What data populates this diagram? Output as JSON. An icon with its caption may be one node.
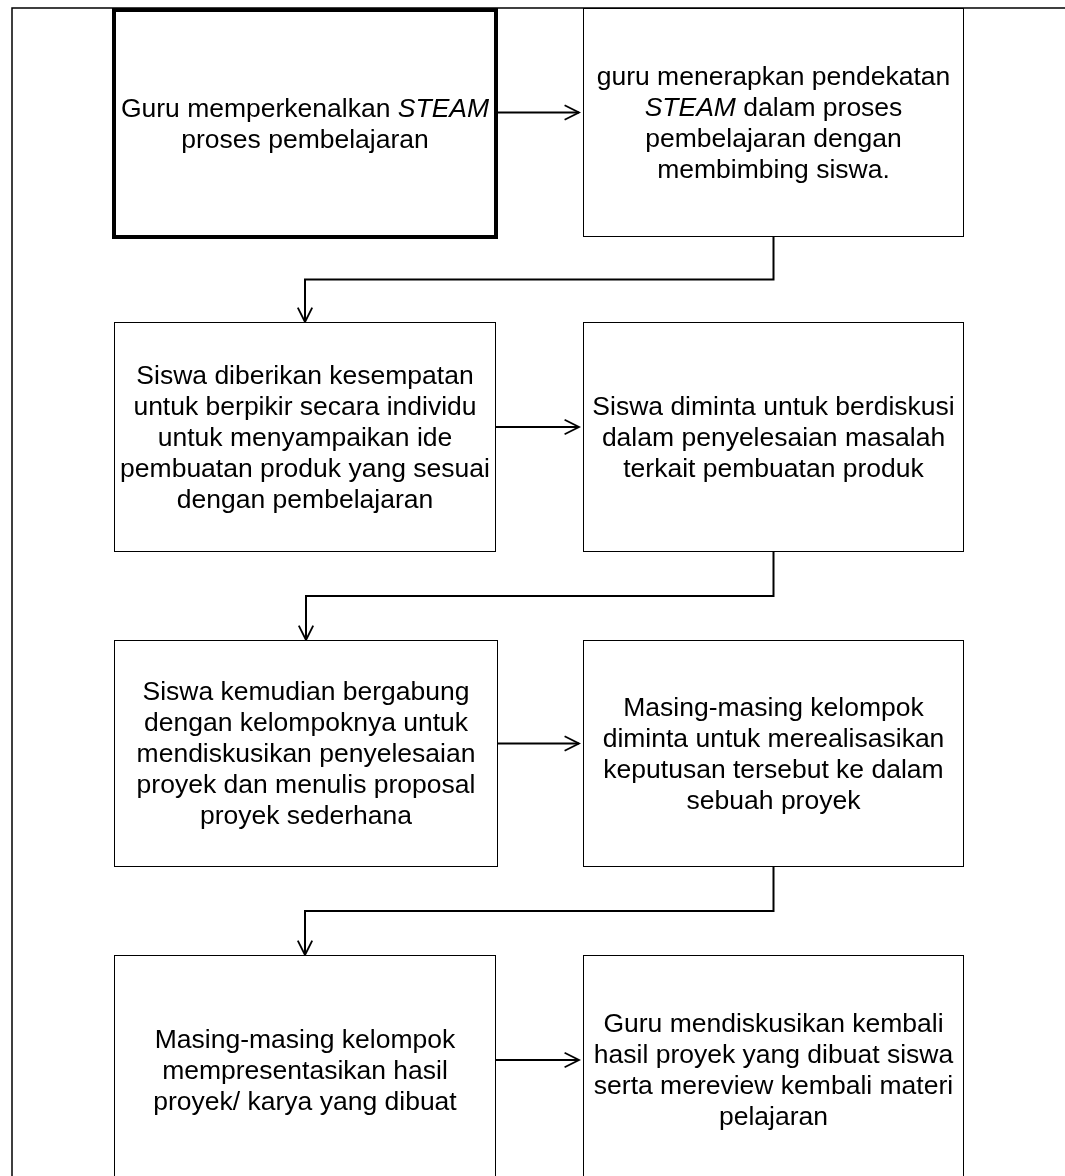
{
  "diagram": {
    "nodes": [
      {
        "text": [
          "Guru memperkenalkan *STEAM* proses pembelajaran"
        ]
      },
      {
        "text": [
          "guru menerapkan pendekatan *STEAM* dalam proses pembelajaran dengan membimbing siswa."
        ]
      },
      {
        "text": [
          "Siswa diberikan kesempatan untuk berpikir secara individu untuk menyampaikan ide pembuatan produk yang sesuai dengan pembelajaran"
        ]
      },
      {
        "text": [
          "Siswa diminta untuk berdiskusi dalam penyelesaian masalah terkait pembuatan produk"
        ]
      },
      {
        "text": [
          "Siswa kemudian bergabung dengan kelompoknya untuk mendiskusikan penyelesaian proyek dan menulis proposal proyek sederhana"
        ]
      },
      {
        "text": [
          "Masing-masing kelompok diminta untuk merealisasikan keputusan tersebut ke dalam sebuah proyek"
        ]
      },
      {
        "text": [
          "Masing-masing kelompok mempresentasikan hasil proyek/ karya yang dibuat"
        ]
      },
      {
        "text": [
          "Guru mendiskusikan kembali hasil proyek yang dibuat siswa serta mereview kembali materi pelajaran"
        ]
      }
    ],
    "edges": [
      {
        "from": 0,
        "to": 1,
        "arrow": "to"
      },
      {
        "from": 1,
        "to": 2,
        "arrow": "to"
      },
      {
        "from": 2,
        "to": 3,
        "arrow": "to"
      },
      {
        "from": 3,
        "to": 4,
        "arrow": "to"
      },
      {
        "from": 4,
        "to": 5,
        "arrow": "to"
      },
      {
        "from": 5,
        "to": 6,
        "arrow": "to"
      },
      {
        "from": 6,
        "to": 7,
        "arrow": "to"
      }
    ]
  }
}
